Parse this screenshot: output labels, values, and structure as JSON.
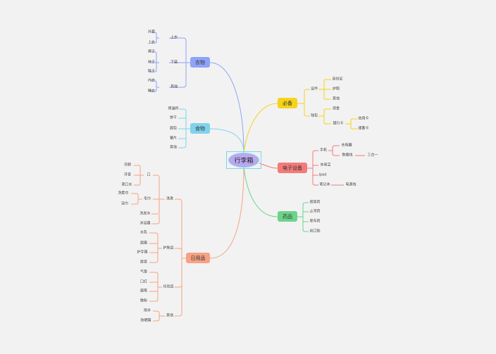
{
  "root": "行李箱",
  "colors": {
    "clothing": "#8fa3f8",
    "food": "#7fd3ec",
    "daily": "#f7a283",
    "essential": "#f5d31a",
    "electronics": "#f47a7a",
    "medicine": "#6bd48a"
  },
  "branches": {
    "clothing": {
      "label": "衣物",
      "groups": [
        {
          "label": "上衣",
          "items": [
            "外套",
            "上衣"
          ]
        },
        {
          "label": "下装",
          "items": [
            "裤子",
            "袜子",
            "鞋子"
          ]
        },
        {
          "label": "其他",
          "items": [
            "内衣",
            "睡衣"
          ]
        }
      ]
    },
    "food": {
      "label": "食物",
      "items": [
        "保温杯",
        "饼干",
        "面包",
        "薯片",
        "其他"
      ]
    },
    "daily": {
      "label": "日用品",
      "wash": {
        "label": "洗漱",
        "mouth": {
          "label": "口",
          "items": [
            "牙刷",
            "牙膏",
            "漱口水"
          ]
        },
        "towel": {
          "label": "毛巾",
          "items": [
            "洗脸巾",
            "浴巾"
          ]
        },
        "items": [
          "洗发水",
          "沐浴露"
        ]
      },
      "skincare": {
        "label": "护肤品",
        "items": [
          "水乳",
          "面霜",
          "护手霜",
          "唇膏"
        ]
      },
      "makeup": {
        "label": "化妆品",
        "items": [
          "气垫",
          "口红",
          "眉笔",
          "散粉"
        ]
      },
      "other": {
        "label": "其他",
        "items": [
          "雨伞",
          "防晒霜"
        ]
      }
    },
    "essential": {
      "label": "必备",
      "id": {
        "label": "证件",
        "items": [
          "身份证",
          "护照",
          "其他"
        ]
      },
      "wallet": {
        "label": "钱包",
        "cash": "现金",
        "bank": {
          "label": "银行卡",
          "items": [
            "信用卡",
            "储蓄卡"
          ]
        }
      }
    },
    "electronics": {
      "label": "电子设备",
      "phone": {
        "label": "手机",
        "items": [
          "充电器"
        ],
        "cable": {
          "label": "数据线",
          "sub": "三合一"
        }
      },
      "items": [
        "充电宝",
        "ipad"
      ],
      "laptop": {
        "label": "笔记本",
        "sub": "电源线"
      }
    },
    "medicine": {
      "label": "药品",
      "items": [
        "感冒药",
        "止泻药",
        "晕车药",
        "创口贴"
      ]
    }
  }
}
